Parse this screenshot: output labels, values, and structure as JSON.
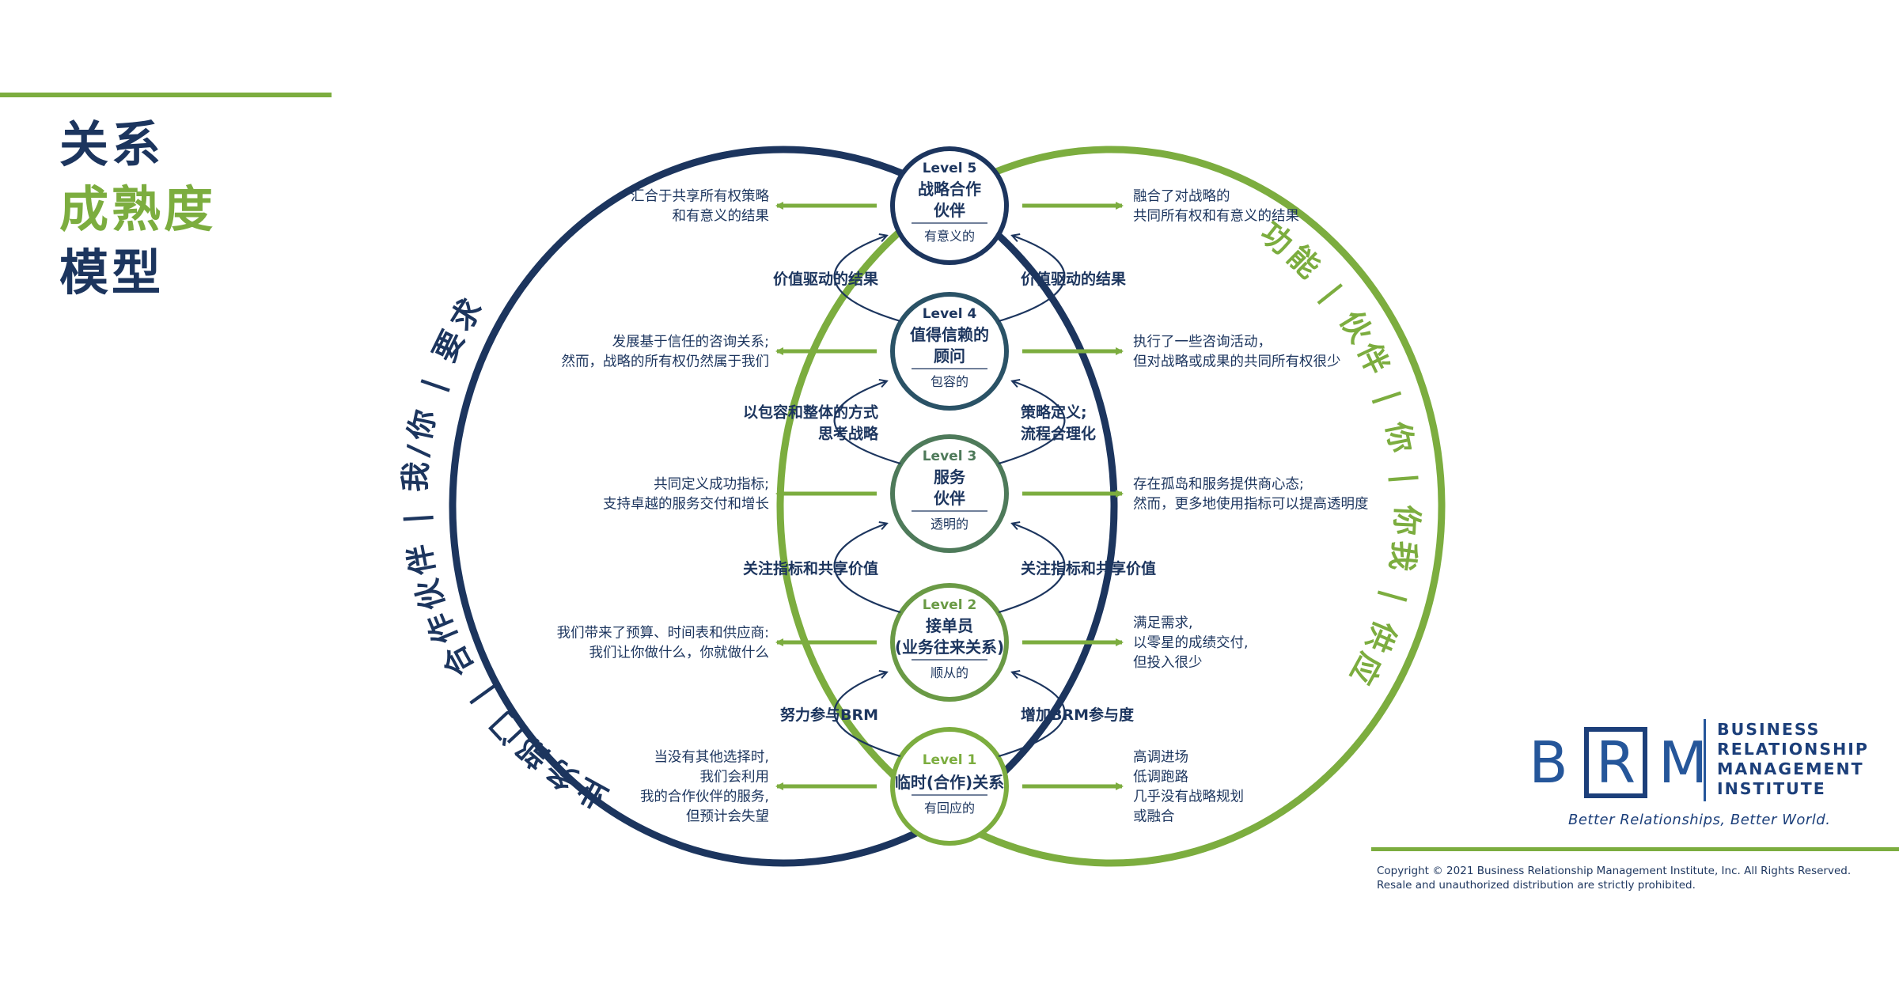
{
  "title": {
    "line1": "关系",
    "line2": "成熟度",
    "line3": "模型"
  },
  "arc_left": {
    "segments": [
      "业务部门",
      "合作伙伴",
      "我/你",
      "要求"
    ],
    "separator": "|",
    "color": "#1c355e"
  },
  "arc_right": {
    "segments": [
      "功能",
      "伙伴",
      "你",
      "你我",
      "供应"
    ],
    "separator": "|",
    "color": "#7cad3f"
  },
  "levels": [
    {
      "level": "Level 5",
      "name_lines": [
        "战略合作",
        "伙伴"
      ],
      "descriptor": "有意义的",
      "ring_color": "#1c355e",
      "level_color": "#1c355e",
      "left_text": [
        "汇合于共享所有权策略",
        "和有意义的结果"
      ],
      "right_text": [
        "融合了对战略的",
        "共同所有权和有意义的结果"
      ]
    },
    {
      "level": "Level 4",
      "name_lines": [
        "值得信赖的",
        "顾问"
      ],
      "descriptor": "包容的",
      "ring_color": "#2a5266",
      "level_color": "#1c355e",
      "left_text": [
        "发展基于信任的咨询关系;",
        "然而，战略的所有权仍然属于我们"
      ],
      "right_text": [
        "执行了一些咨询活动，",
        "但对战略或成果的共同所有权很少"
      ]
    },
    {
      "level": "Level 3",
      "name_lines": [
        "服务",
        "伙伴"
      ],
      "descriptor": "透明的",
      "ring_color": "#4e7a5a",
      "level_color": "#4e7a5a",
      "left_text": [
        "共同定义成功指标;",
        "支持卓越的服务交付和增长"
      ],
      "right_text": [
        "存在孤岛和服务提供商心态;",
        "然而，更多地使用指标可以提高透明度"
      ]
    },
    {
      "level": "Level 2",
      "name_lines": [
        "接单员",
        "(业务往来关系)"
      ],
      "descriptor": "顺从的",
      "ring_color": "#6a9a45",
      "level_color": "#6a9a45",
      "left_text": [
        "我们带来了预算、时间表和供应商:",
        "我们让你做什么，你就做什么"
      ],
      "right_text": [
        "满足需求,",
        "以零星的成绩交付,",
        "但投入很少"
      ]
    },
    {
      "level": "Level 1",
      "name_lines": [
        "临时(合作)关系"
      ],
      "descriptor": "有回应的",
      "ring_color": "#7cad3f",
      "level_color": "#7cad3f",
      "left_text": [
        "当没有其他选择时,",
        "我们会利用",
        "我的合作伙伴的服务,",
        "但预计会失望"
      ],
      "right_text": [
        "高调进场",
        "低调跑路",
        "几乎没有战略规划",
        "或融合"
      ]
    }
  ],
  "transitions": [
    {
      "left": [
        "价值驱动的结果"
      ],
      "right": [
        "价值驱动的结果"
      ]
    },
    {
      "left": [
        "以包容和整体的方式",
        "思考战略"
      ],
      "right": [
        "策略定义;",
        "流程合理化"
      ]
    },
    {
      "left": [
        "关注指标和共享价值"
      ],
      "right": [
        "关注指标和共享价值"
      ]
    },
    {
      "left": [
        "努力参与BRM"
      ],
      "right": [
        "增加BRM参与度"
      ]
    }
  ],
  "colors": {
    "navy": "#1c355e",
    "green": "#7cad3f",
    "arrow": "#7cad3f"
  },
  "logo": {
    "letters": [
      "B",
      "R",
      "M"
    ],
    "name_lines": [
      "BUSINESS",
      "RELATIONSHIP",
      "MANAGEMENT",
      "INSTITUTE"
    ],
    "tagline": "Better Relationships, Better World."
  },
  "copyright": {
    "line1": "Copyright © 2021 Business Relationship Management Institute, Inc. All Rights Reserved.",
    "line2": "Resale and unauthorized distribution are strictly prohibited."
  }
}
